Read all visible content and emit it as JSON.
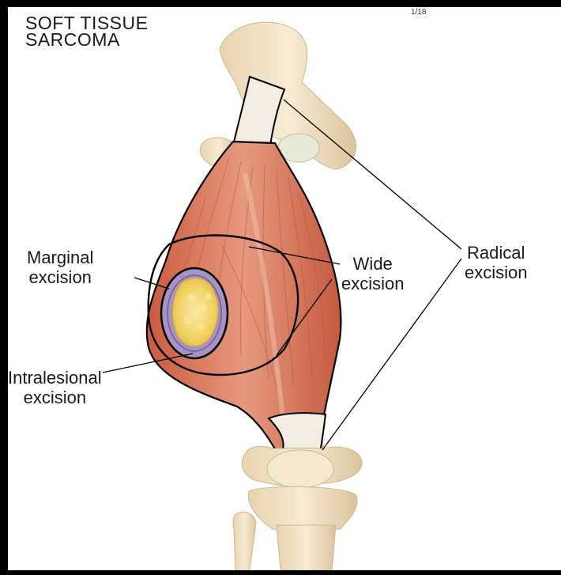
{
  "title": {
    "line1": "SOFT TISSUE",
    "line2": "SARCOMA"
  },
  "page_number": "1/18",
  "labels": {
    "marginal": {
      "line1": "Marginal",
      "line2": "excision"
    },
    "wide": {
      "line1": "Wide",
      "line2": "excision"
    },
    "radical": {
      "line1": "Radical",
      "line2": "excision"
    },
    "intralesional": {
      "line1": "Intralesional",
      "line2": "excision"
    }
  },
  "colors": {
    "border": "#000000",
    "muscle": "#d9775e",
    "muscle_dark": "#b94f38",
    "bone": "#f2e3c2",
    "bone_shade": "#d8c19a",
    "tendon": "#f3ece2",
    "tumor_ring": "#9b87b7",
    "tumor": "#f2d770",
    "label_text": "#1a1a1a"
  }
}
